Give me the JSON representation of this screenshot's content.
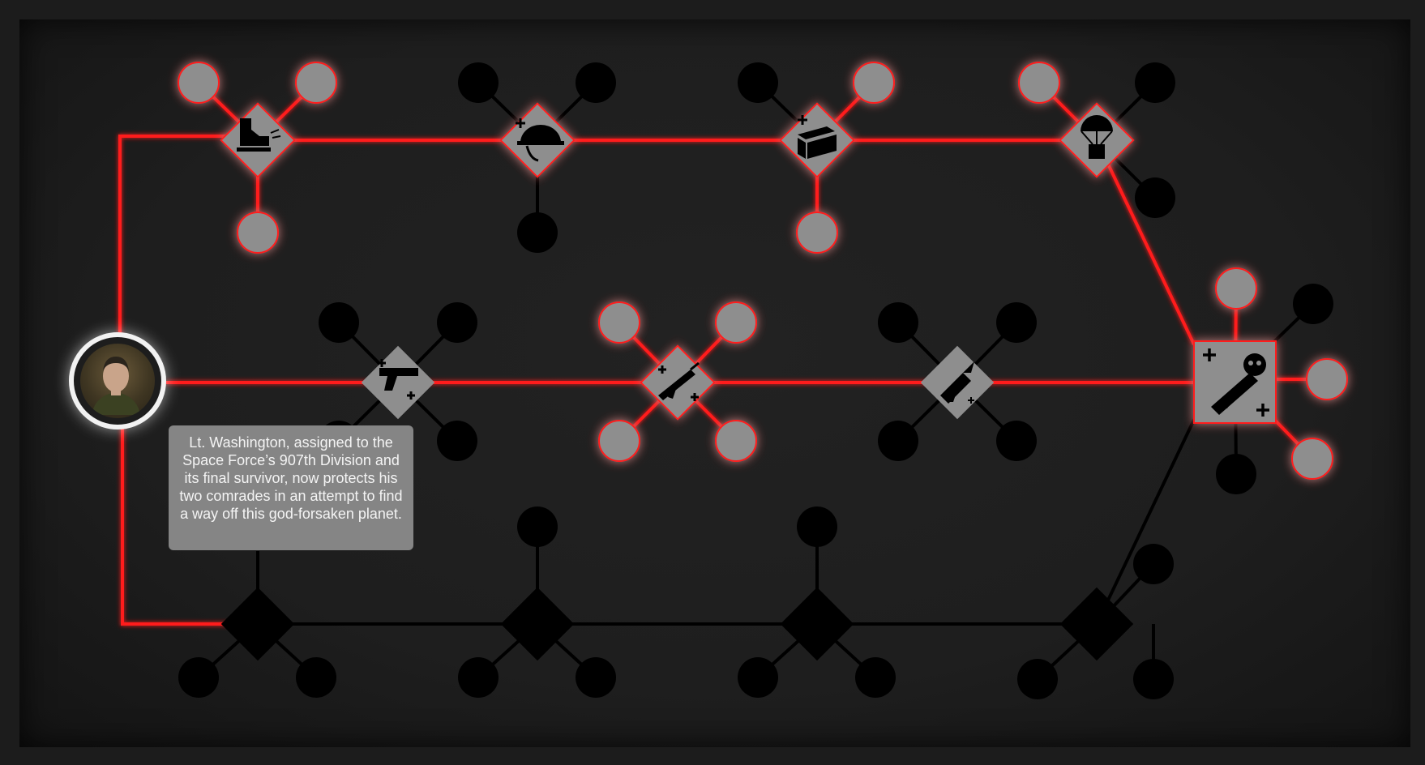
{
  "character": {
    "portrait_icon": "soldier-portrait",
    "description": "Lt. Washington, assigned to the Space Force’s 907th Division and its final survivor, now protects his two comrades in an attempt to find a way off this god-forsaken planet."
  },
  "colors": {
    "active_path": "#ff1a1a",
    "unlocked_node": "#8e8e8e",
    "locked_node": "#000000",
    "background": "#1c1c1c"
  },
  "skill_nodes": [
    {
      "id": "boots",
      "icon": "combat-boot-icon",
      "unlocked": true
    },
    {
      "id": "helmet",
      "icon": "helmet-plus-icon",
      "unlocked": true
    },
    {
      "id": "ammo",
      "icon": "ammo-crate-plus-icon",
      "unlocked": true
    },
    {
      "id": "airdrop",
      "icon": "parachute-supply-icon",
      "unlocked": true
    },
    {
      "id": "pistol",
      "icon": "pistol-plus-icon",
      "unlocked": true
    },
    {
      "id": "rifle",
      "icon": "assault-rifle-plus-icon",
      "unlocked": true
    },
    {
      "id": "rocket",
      "icon": "rocket-launcher-plus-icon",
      "unlocked": true
    },
    {
      "id": "ultimate",
      "icon": "skull-cannon-plus-icon",
      "unlocked": true
    },
    {
      "id": "bottom-1",
      "icon": "",
      "unlocked": false
    },
    {
      "id": "bottom-2",
      "icon": "",
      "unlocked": false
    },
    {
      "id": "bottom-3",
      "icon": "",
      "unlocked": false
    },
    {
      "id": "bottom-4",
      "icon": "",
      "unlocked": false
    }
  ]
}
